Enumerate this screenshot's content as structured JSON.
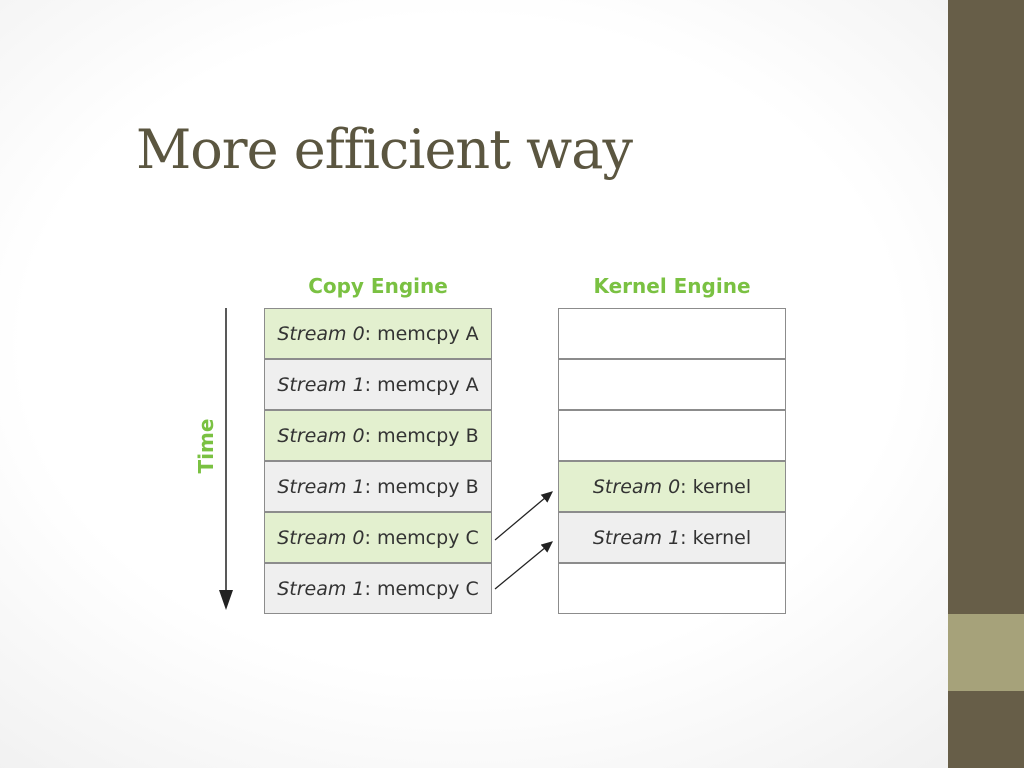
{
  "slide": {
    "title": "More efficient way"
  },
  "diagram": {
    "copy_engine_header": "Copy Engine",
    "kernel_engine_header": "Kernel Engine",
    "time_label": "Time",
    "copy_engine_cells": [
      {
        "stream": "Stream 0",
        "op": ": memcpy A",
        "fill": "green"
      },
      {
        "stream": "Stream 1",
        "op": ": memcpy A",
        "fill": "gray"
      },
      {
        "stream": "Stream 0",
        "op": ": memcpy B",
        "fill": "green"
      },
      {
        "stream": "Stream 1",
        "op": ": memcpy B",
        "fill": "gray"
      },
      {
        "stream": "Stream 0",
        "op": ": memcpy C",
        "fill": "green"
      },
      {
        "stream": "Stream 1",
        "op": ": memcpy C",
        "fill": "gray"
      }
    ],
    "kernel_engine_cells": [
      {
        "stream": "",
        "op": "",
        "fill": "white"
      },
      {
        "stream": "",
        "op": "",
        "fill": "white"
      },
      {
        "stream": "",
        "op": "",
        "fill": "white"
      },
      {
        "stream": "Stream 0",
        "op": ": kernel",
        "fill": "green"
      },
      {
        "stream": "Stream 1",
        "op": ": kernel",
        "fill": "gray"
      },
      {
        "stream": "",
        "op": "",
        "fill": "white"
      }
    ]
  },
  "colors": {
    "sidebar": "#675e48",
    "sidebar_accent": "#a6a27a",
    "header_green": "#7ac142",
    "cell_green": "#e3f0cf",
    "cell_gray": "#efefef",
    "title": "#5b5640"
  }
}
